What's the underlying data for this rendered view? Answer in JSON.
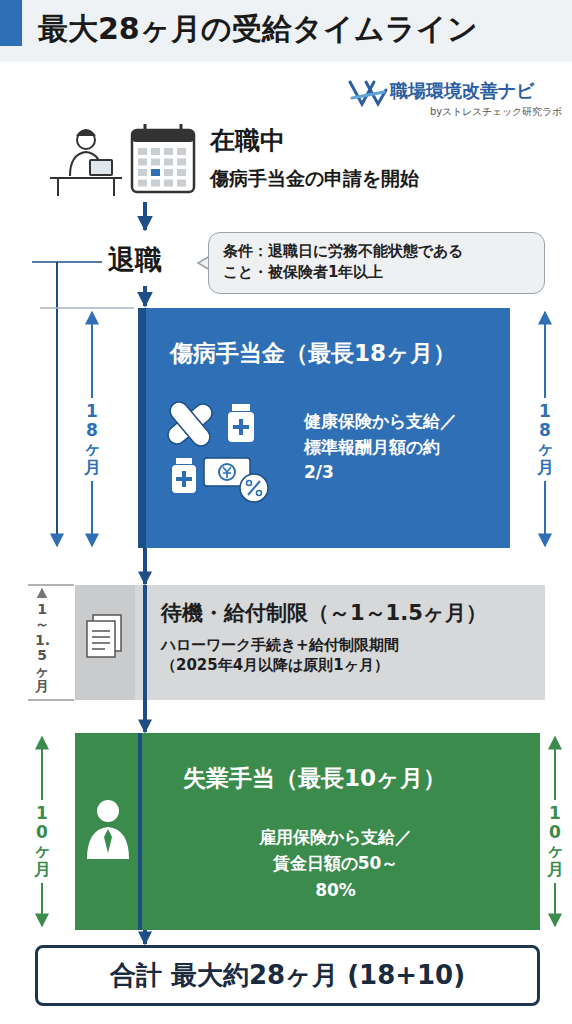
{
  "diagram": {
    "title": "最大28ヶ月の受給タイムライン",
    "nodes": [
      {
        "text": [
          "条件：退職日に労務不能状態であること・被保険者1年以上"
        ]
      },
      {
        "text": [
          "傷病手当金（最長18ヶ月）",
          "健康保険から支給／標準報酬月額の約2/3"
        ]
      },
      {
        "text": [
          "待機・給付制限（～1～1.5ヶ月）",
          "ハローワーク手続き+給付制限期間（2025年4月以降は原則1ヶ月）"
        ]
      },
      {
        "text": [
          "失業手当（最長10ヶ月）",
          "雇用保険から支給／賃金日額の50～80%"
        ]
      },
      {
        "text": [
          "合計 最大約28ヶ月 (18+10)"
        ]
      }
    ],
    "edges": [
      {
        "from": 1,
        "to": 2,
        "arrow": "to"
      },
      {
        "from": 2,
        "to": 3,
        "arrow": "to"
      },
      {
        "from": 3,
        "to": 4,
        "arrow": "to"
      }
    ],
    "labels": [
      "職場環境改善ナビ",
      "byストレスチェック研究ラボ",
      "在職中",
      "傷病手当金の申請を開始",
      "退職",
      "18ヶ月",
      "18ヶ月",
      "1～1.5ヶ月",
      "10ヶ月",
      "10ヶ月"
    ]
  }
}
